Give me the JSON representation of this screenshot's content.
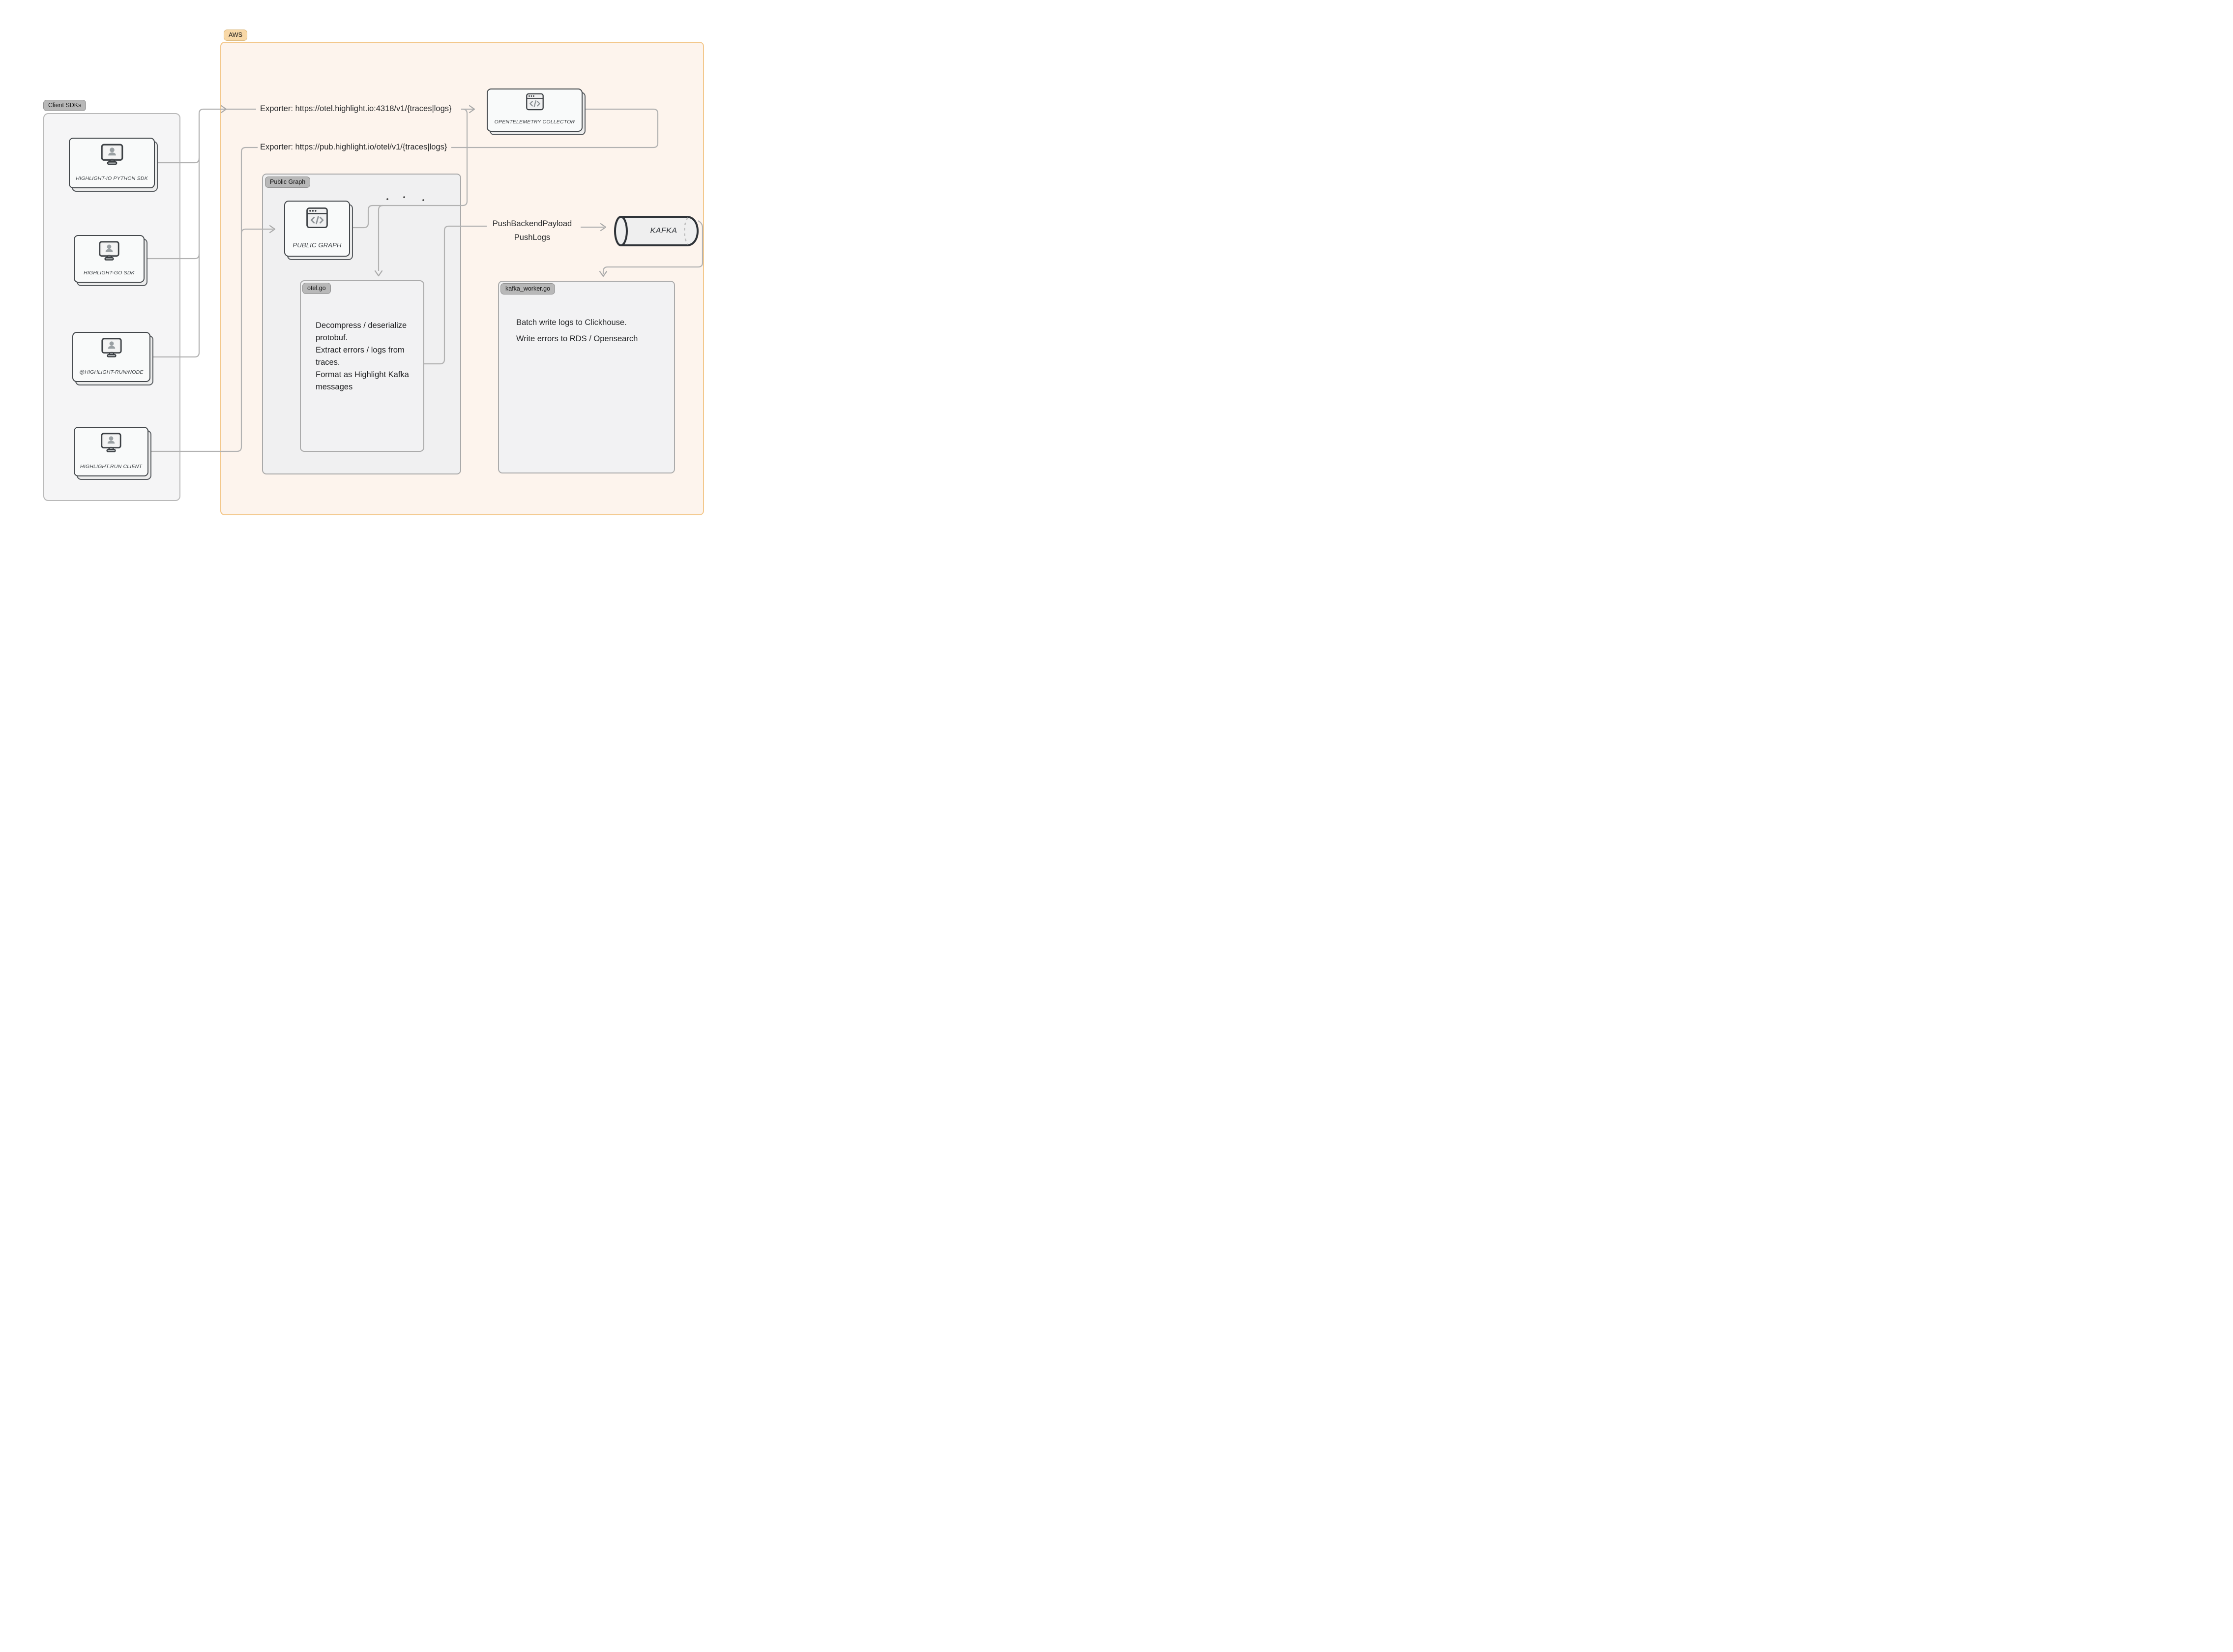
{
  "client_sdks": {
    "label": "Client SDKs",
    "cards": [
      {
        "label": "HIGHLIGHT-IO PYTHON SDK"
      },
      {
        "label": "HIGHLIGHT-GO SDK"
      },
      {
        "label": "@HIGHLIGHT-RUN/NODE"
      },
      {
        "label": "HIGHLIGHT.RUN CLIENT"
      }
    ]
  },
  "aws": {
    "label": "AWS",
    "exporter_otel": "Exporter: https://otel.highlight.io:4318/v1/{traces|logs}",
    "exporter_pub": "Exporter: https://pub.highlight.io/otel/v1/{traces|logs}",
    "otel_collector": {
      "label": "OPENTELEMETRY COLLECTOR"
    },
    "public_graph": {
      "label": "Public Graph",
      "card_label": "PUBLIC GRAPH"
    },
    "otel_go": {
      "label": "otel.go",
      "lines": [
        "Decompress / deserialize protobuf.",
        "Extract errors / logs from traces.",
        "Format as Highlight Kafka messages"
      ]
    },
    "kafka": {
      "label": "KAFKA",
      "push_labels": [
        "PushBackendPayload",
        "PushLogs"
      ]
    },
    "kafka_worker": {
      "label": "kafka_worker.go",
      "lines": [
        "Batch write logs to Clickhouse.",
        "Write errors to RDS / Opensearch"
      ]
    }
  },
  "colors": {
    "line": "#b2b2b2",
    "aws_border": "#f3c88c",
    "aws_fill": "#fdf4ed",
    "aws_pill": "#f8d8a7",
    "gray_pill": "#b8b8b8",
    "card_border": "#43474b",
    "container_border": "#b9b9b9",
    "text": "#26282a"
  }
}
